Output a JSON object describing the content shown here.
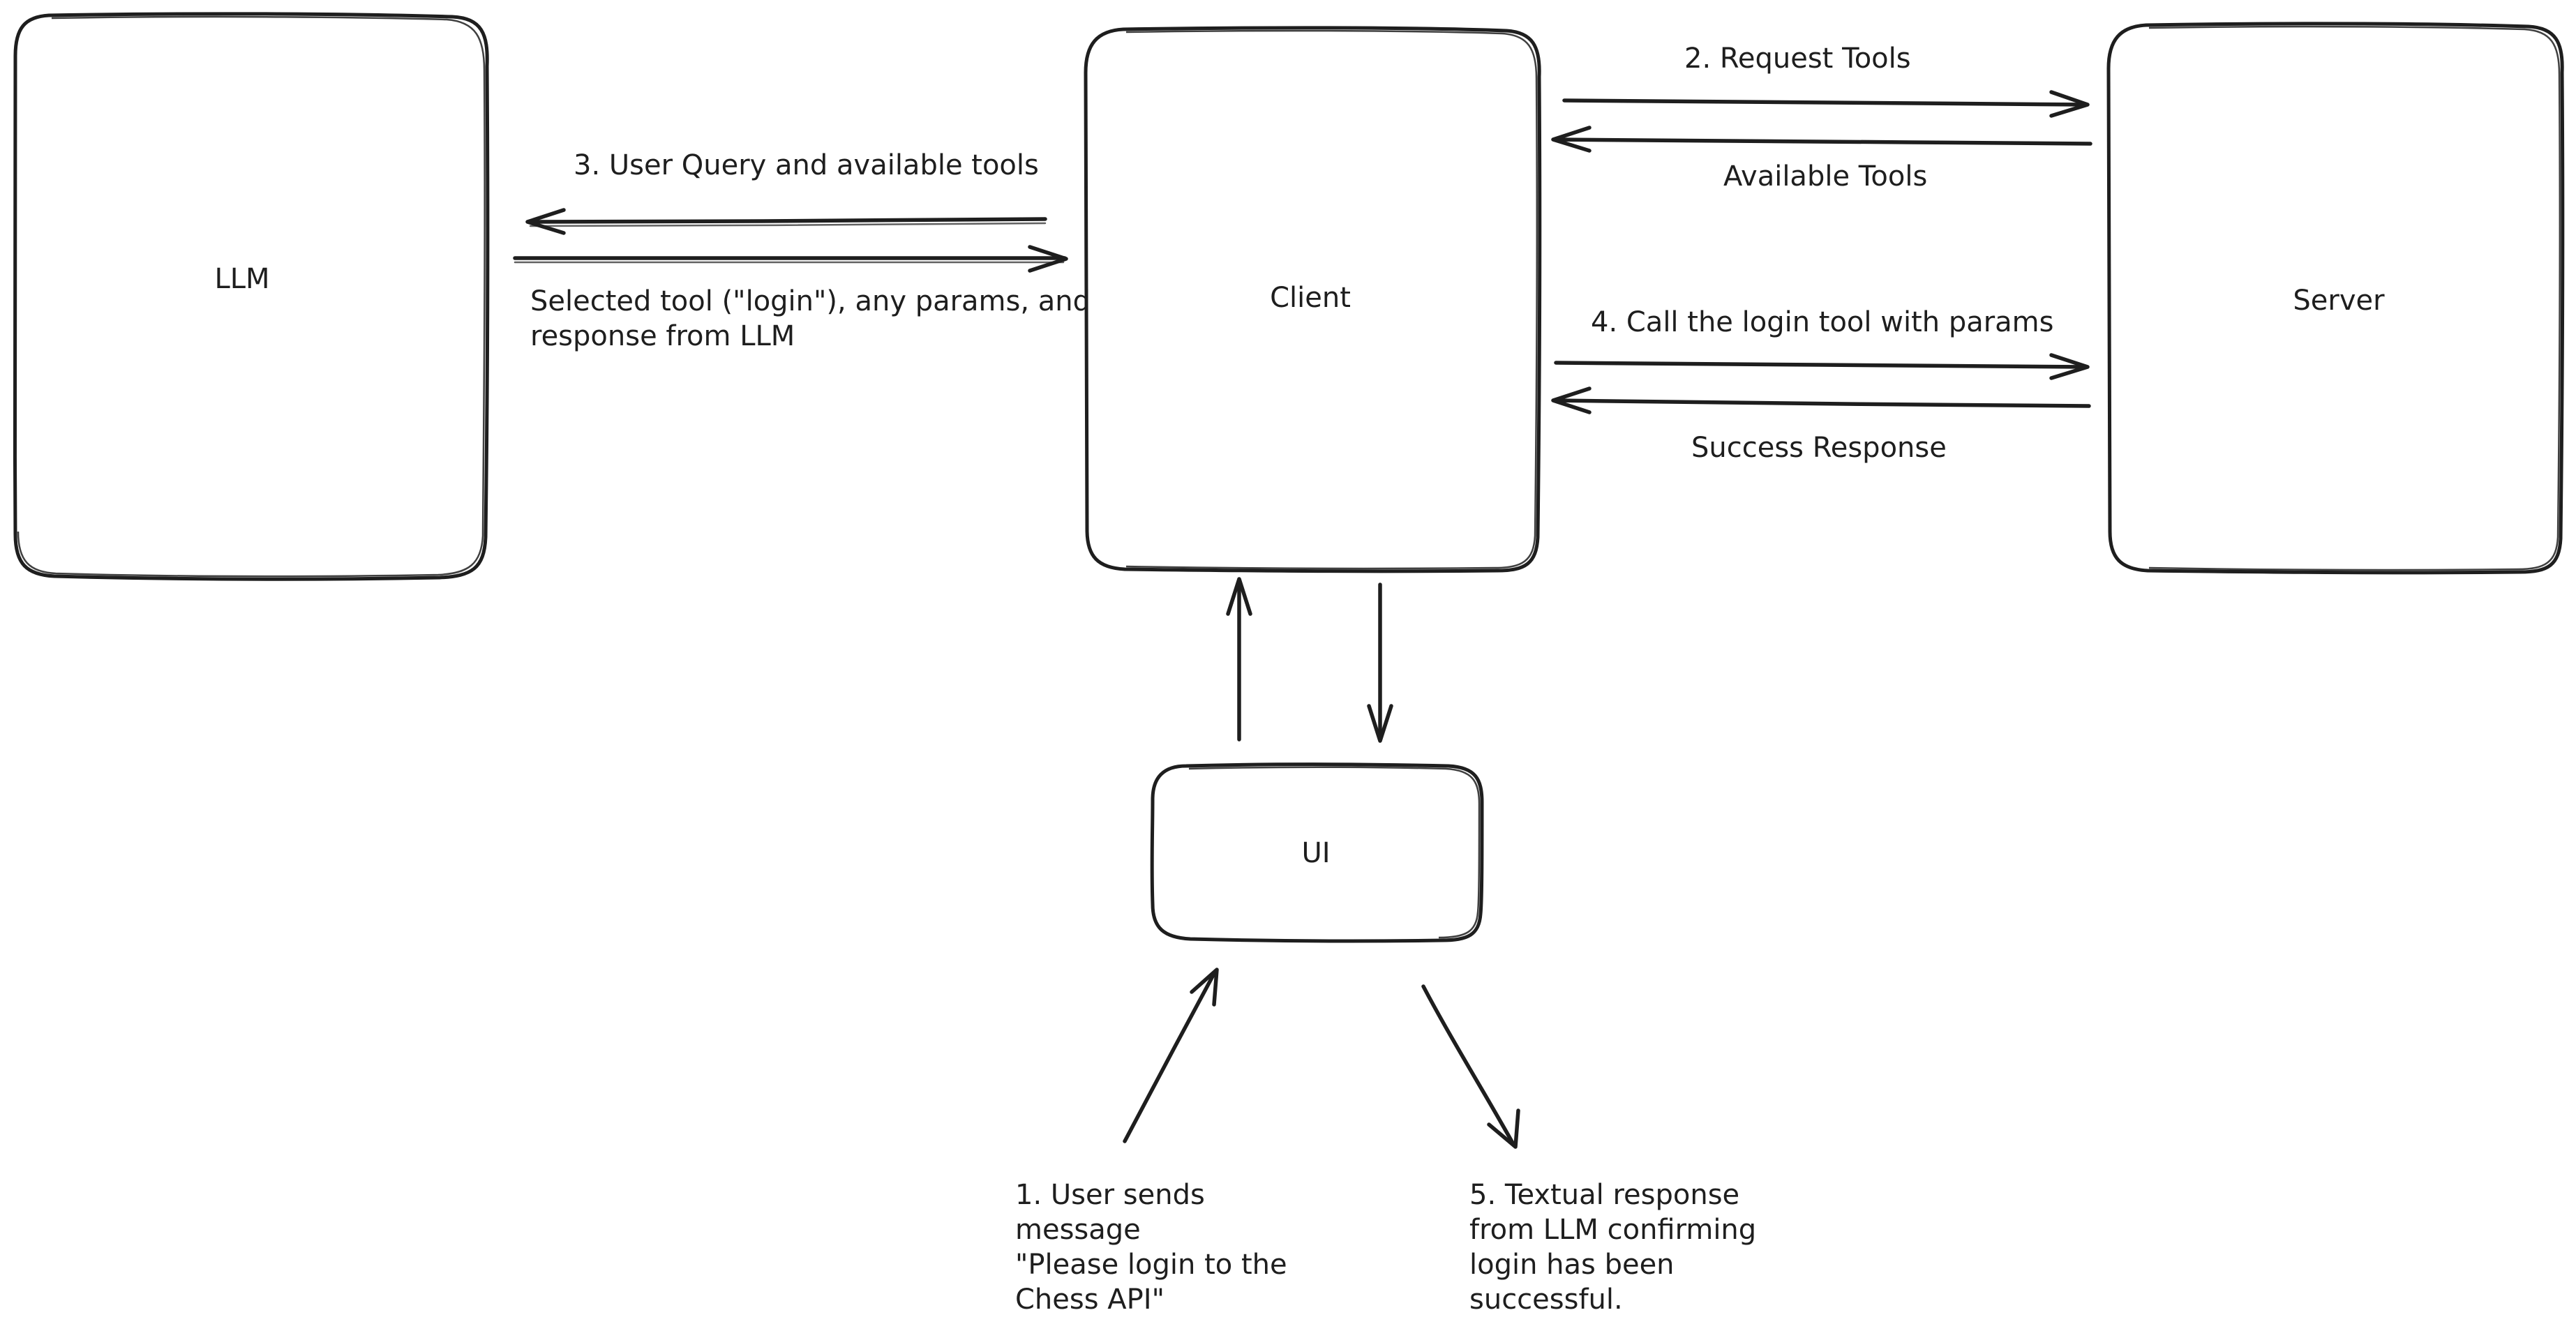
{
  "nodes": {
    "llm": "LLM",
    "client": "Client",
    "server": "Server",
    "ui": "UI"
  },
  "edges": {
    "request_tools": "2. Request Tools",
    "available_tools": "Available Tools",
    "call_login": "4. Call the login tool with params",
    "success_response": "Success Response",
    "user_query": "3. User Query and available tools",
    "selected_tool": [
      "Selected tool (\"login\"), any params, and",
      "response from LLM"
    ],
    "user_sends": [
      "1. User sends",
      "message",
      "\"Please login to the",
      "Chess API\""
    ],
    "textual_response": [
      "5. Textual response",
      "from LLM confirming",
      "login has been",
      "successful."
    ]
  },
  "colors": {
    "stroke": "#1e1e1e",
    "background": "#ffffff"
  }
}
